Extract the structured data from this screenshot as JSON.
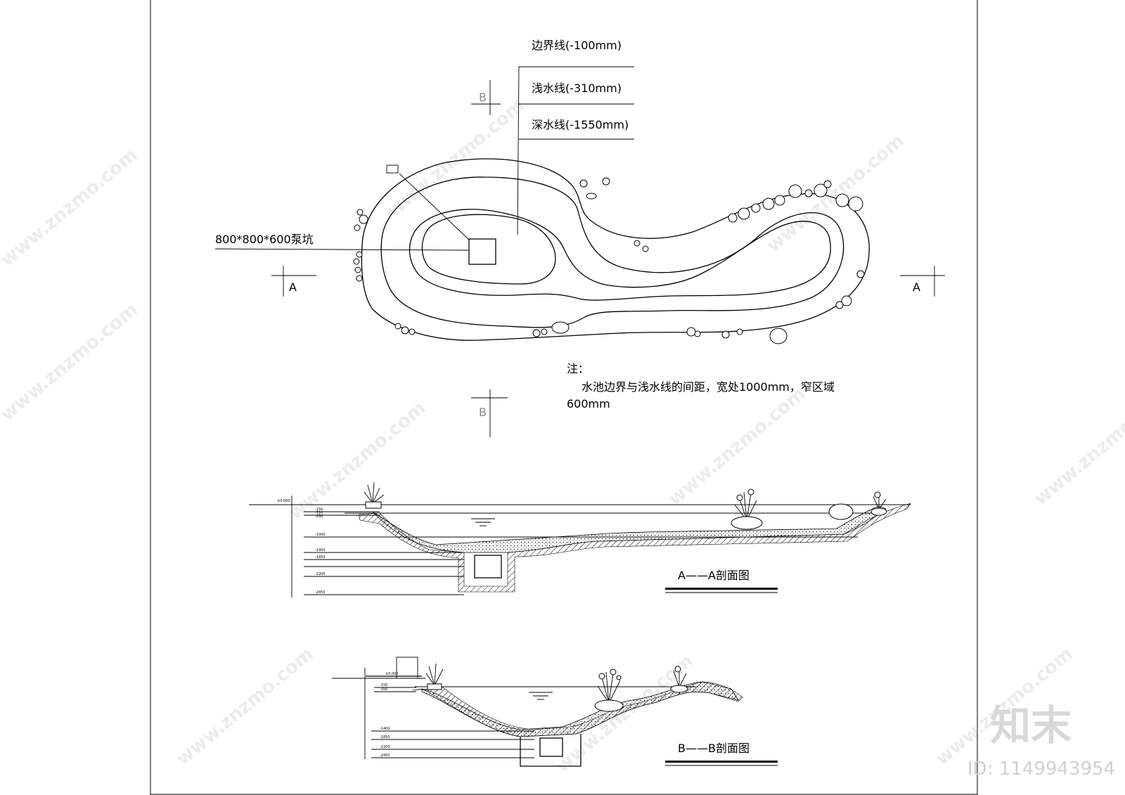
{
  "plan": {
    "legend": {
      "boundary": "边界线(-100mm)",
      "shallow": "浅水线(-310mm)",
      "deep": "深水线(-1550mm)"
    },
    "pump_pit": "800*800*600泵坑",
    "section_marks": {
      "a": "A",
      "b": "B"
    },
    "note_title": "注：",
    "note_line1": "水池边界与浅水线的间距，宽处1000mm，窄区域",
    "note_line2": "600mm"
  },
  "sections": {
    "aa": {
      "title": "A——A剖面图",
      "levels": [
        "±0.000",
        "-150",
        "-310",
        "-350",
        "-1000",
        "-1400",
        "-1850",
        "-2200",
        "-2450"
      ]
    },
    "bb": {
      "title": "B——B剖面图",
      "levels": [
        "±0.000",
        "-150",
        "-350",
        "-1400",
        "-1850",
        "-2200",
        "-2450"
      ]
    }
  },
  "watermark": {
    "text": "www.znzmo.com",
    "logo": "知末",
    "id": "ID: 1149943954"
  }
}
